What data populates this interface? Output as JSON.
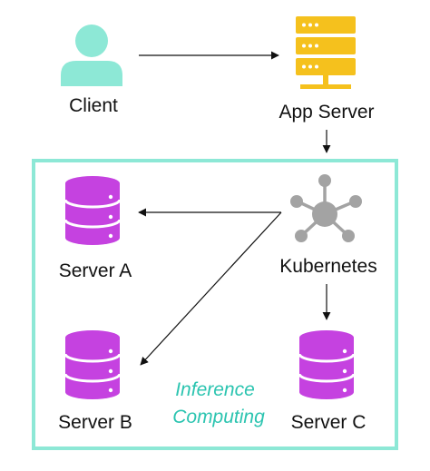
{
  "nodes": {
    "client": {
      "label": "Client",
      "icon": "user-icon"
    },
    "app_server": {
      "label": "App Server",
      "icon": "server-rack-icon"
    },
    "kubernetes": {
      "label": "Kubernetes",
      "icon": "network-hub-icon"
    },
    "server_a": {
      "label": "Server A",
      "icon": "database-icon"
    },
    "server_b": {
      "label": "Server B",
      "icon": "database-icon"
    },
    "server_c": {
      "label": "Server C",
      "icon": "database-icon"
    }
  },
  "group": {
    "line1": "Inference",
    "line2": "Computing"
  },
  "colors": {
    "user": "#8de8d6",
    "app_server": "#f5c11d",
    "database": "#c542e0",
    "database_band": "#ffffff",
    "hub": "#a3a3a3",
    "frame": "#8de8d6",
    "arrow": "#111111",
    "group_text": "#2bc4b0"
  }
}
